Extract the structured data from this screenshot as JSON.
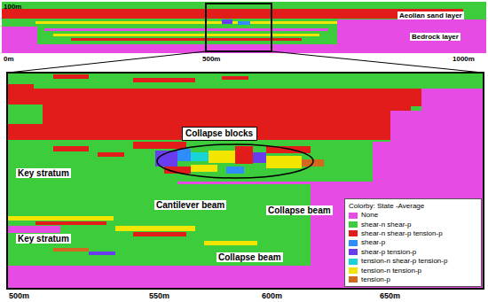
{
  "diagram": {
    "nodes": [
      {
        "text": [
          "Collapse blocks"
        ]
      }
    ],
    "labels": [
      "100m",
      "0m",
      "500m",
      "1000m",
      "Aeolian sand layer",
      "Bedrock layer",
      "Key stratum",
      "Cantilever beam",
      "Collapse beam",
      "Key stratum",
      "Collapse beam",
      "Colorby: State -Average",
      "500m",
      "550m",
      "600m",
      "650m"
    ],
    "legend": [
      {
        "text": "None",
        "color": "#e64ce4"
      },
      {
        "text": "shear-n shear-p",
        "color": "#3ccc3c"
      },
      {
        "text": "shear-n shear-p tension-p",
        "color": "#e21b1b"
      },
      {
        "text": "shear-p",
        "color": "#2f8cff"
      },
      {
        "text": "shear-p tension-p",
        "color": "#6a3cf0"
      },
      {
        "text": "tension-n shear-p tension-p",
        "color": "#19d4d4"
      },
      {
        "text": "tension-n tension-p",
        "color": "#f2e600"
      },
      {
        "text": "tension-p",
        "color": "#d2691e"
      }
    ]
  }
}
